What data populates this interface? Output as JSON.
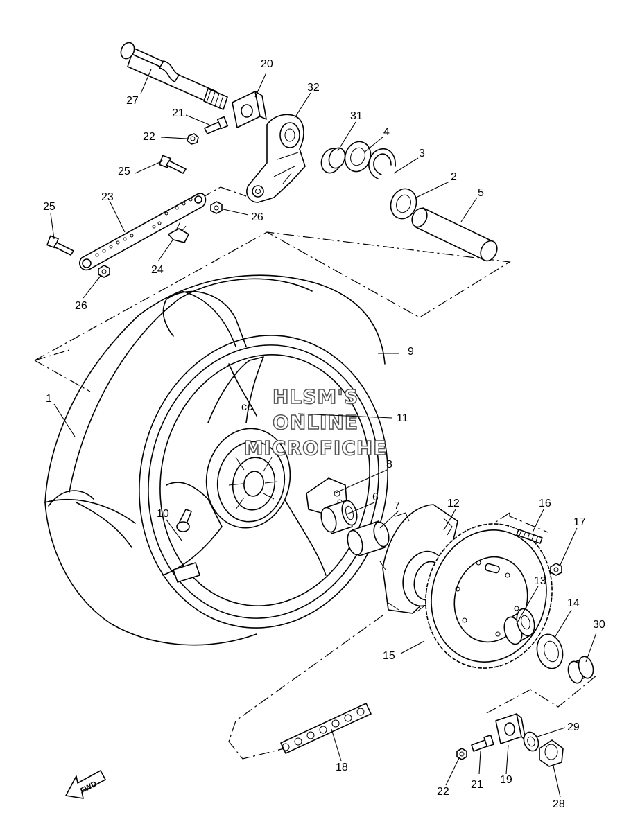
{
  "diagram": {
    "watermark": [
      "HLSM'S",
      "ONLINE",
      "MICROFICHE"
    ],
    "direction_label": "FWD",
    "callouts": [
      {
        "id": "1",
        "label": "1"
      },
      {
        "id": "2",
        "label": "2"
      },
      {
        "id": "3",
        "label": "3"
      },
      {
        "id": "4",
        "label": "4"
      },
      {
        "id": "5",
        "label": "5"
      },
      {
        "id": "6",
        "label": "6"
      },
      {
        "id": "7",
        "label": "7"
      },
      {
        "id": "8",
        "label": "8"
      },
      {
        "id": "9",
        "label": "9"
      },
      {
        "id": "10",
        "label": "10"
      },
      {
        "id": "11",
        "label": "11"
      },
      {
        "id": "12",
        "label": "12"
      },
      {
        "id": "13",
        "label": "13"
      },
      {
        "id": "14",
        "label": "14"
      },
      {
        "id": "15",
        "label": "15"
      },
      {
        "id": "16",
        "label": "16"
      },
      {
        "id": "17",
        "label": "17"
      },
      {
        "id": "18",
        "label": "18"
      },
      {
        "id": "19",
        "label": "19"
      },
      {
        "id": "20",
        "label": "20"
      },
      {
        "id": "21a",
        "label": "21"
      },
      {
        "id": "21b",
        "label": "21"
      },
      {
        "id": "22a",
        "label": "22"
      },
      {
        "id": "22b",
        "label": "22"
      },
      {
        "id": "23",
        "label": "23"
      },
      {
        "id": "24",
        "label": "24"
      },
      {
        "id": "25a",
        "label": "25"
      },
      {
        "id": "25b",
        "label": "25"
      },
      {
        "id": "26a",
        "label": "26"
      },
      {
        "id": "26b",
        "label": "26"
      },
      {
        "id": "27",
        "label": "27"
      },
      {
        "id": "28",
        "label": "28"
      },
      {
        "id": "29",
        "label": "29"
      },
      {
        "id": "30",
        "label": "30"
      },
      {
        "id": "31",
        "label": "31"
      },
      {
        "id": "32",
        "label": "32"
      }
    ]
  }
}
